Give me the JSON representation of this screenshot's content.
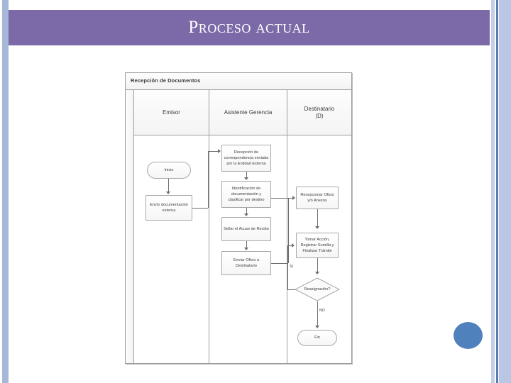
{
  "slide": {
    "title": "Proceso actual",
    "accent_color": "#7c6aa8",
    "circle_color": "#4f81bd",
    "left_stripe_color": "#a6b8d8",
    "right_stripe_color": "#5b7bb0"
  },
  "diagram": {
    "pool_title": "Recepción de Documentos",
    "type": "swimlane-flowchart",
    "lanes": [
      {
        "id": "emisor",
        "label": "Emisor"
      },
      {
        "id": "asistente",
        "label": "Asistente Gerencia"
      },
      {
        "id": "destinatario",
        "label": "Destinatario\n(D)"
      }
    ],
    "nodes": [
      {
        "id": "inicio",
        "lane": "emisor",
        "shape": "terminator",
        "label": "Inicio"
      },
      {
        "id": "envio",
        "lane": "emisor",
        "shape": "process",
        "label": "Envío documentación externa"
      },
      {
        "id": "recepcion",
        "lane": "asistente",
        "shape": "process",
        "label": "Recepción de correspondencia enviada por la Entidad Externa"
      },
      {
        "id": "identificacion",
        "lane": "asistente",
        "shape": "process",
        "label": "Identificación de documentación y clasificar por destino"
      },
      {
        "id": "sellar",
        "lane": "asistente",
        "shape": "process",
        "label": "Sellar el Acuse de Recibo"
      },
      {
        "id": "enviar-oficio",
        "lane": "asistente",
        "shape": "process",
        "label": "Enviar Oficio a Destinatario"
      },
      {
        "id": "recepcionar",
        "lane": "destinatario",
        "shape": "process",
        "label": "Recepcionar Oficio y/o Anexos"
      },
      {
        "id": "tomar-accion",
        "lane": "destinatario",
        "shape": "process",
        "label": "Tomar Acción, Registrar Sumilla y Finalizar Trámite"
      },
      {
        "id": "reasignacion",
        "lane": "destinatario",
        "shape": "decision",
        "label": "Reasignación?"
      },
      {
        "id": "fin",
        "lane": "destinatario",
        "shape": "terminator",
        "label": "Fin"
      }
    ],
    "edges": [
      {
        "from": "inicio",
        "to": "envio",
        "label": ""
      },
      {
        "from": "envio",
        "to": "recepcion",
        "label": ""
      },
      {
        "from": "recepcion",
        "to": "identificacion",
        "label": ""
      },
      {
        "from": "identificacion",
        "to": "sellar",
        "label": ""
      },
      {
        "from": "sellar",
        "to": "enviar-oficio",
        "label": ""
      },
      {
        "from": "identificacion",
        "to": "recepcionar",
        "label": ""
      },
      {
        "from": "enviar-oficio",
        "to": "recepcionar",
        "label": ""
      },
      {
        "from": "recepcionar",
        "to": "tomar-accion",
        "label": ""
      },
      {
        "from": "tomar-accion",
        "to": "reasignacion",
        "label": ""
      },
      {
        "from": "reasignacion",
        "to": "tomar-accion",
        "label": "SI"
      },
      {
        "from": "reasignacion",
        "to": "fin",
        "label": "NO"
      }
    ],
    "edge_labels": {
      "si": "SI",
      "no": "NO"
    }
  }
}
